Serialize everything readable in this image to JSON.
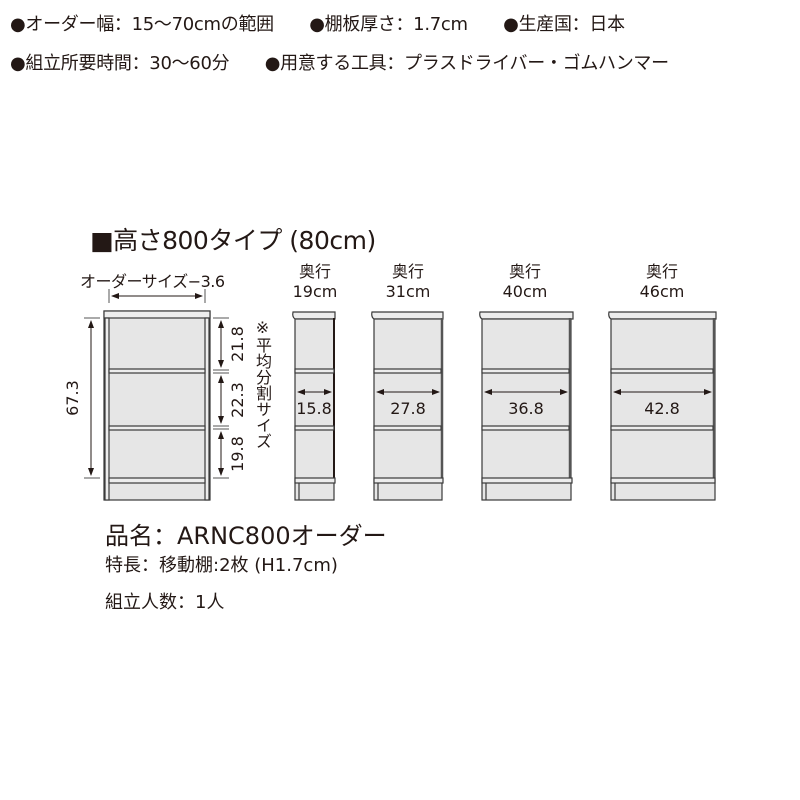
{
  "specs": {
    "line1": [
      "●オーダー幅：15〜70cmの範囲",
      "●棚板厚さ：1.7cm",
      "●生産国：日本"
    ],
    "line2": [
      "●組立所要時間：30〜60分",
      "●用意する工具：プラスドライバー・ゴムハンマー"
    ]
  },
  "section": {
    "title": "■高さ800タイプ (80cm)"
  },
  "front_view": {
    "width_label": "オーダーサイズ−3.6",
    "inner_height": "67.3",
    "shelf_spacing": [
      "21.8",
      "22.3",
      "19.8"
    ],
    "note": "※平均分割サイズ"
  },
  "depth_variants": [
    {
      "label": "奥行",
      "depth": "19cm",
      "inner_depth": "15.8"
    },
    {
      "label": "奥行",
      "depth": "31cm",
      "inner_depth": "27.8"
    },
    {
      "label": "奥行",
      "depth": "40cm",
      "inner_depth": "36.8"
    },
    {
      "label": "奥行",
      "depth": "46cm",
      "inner_depth": "42.8"
    }
  ],
  "product": {
    "name": "品名：ARNC800オーダー",
    "feature": "特長：移動棚:2枚 (H1.7cm)",
    "assembly": "組立人数：1人"
  },
  "colors": {
    "text": "#231815",
    "panel_fill": "#e6e6e6",
    "board_fill": "#ededed",
    "line": "#3a3a3a"
  }
}
